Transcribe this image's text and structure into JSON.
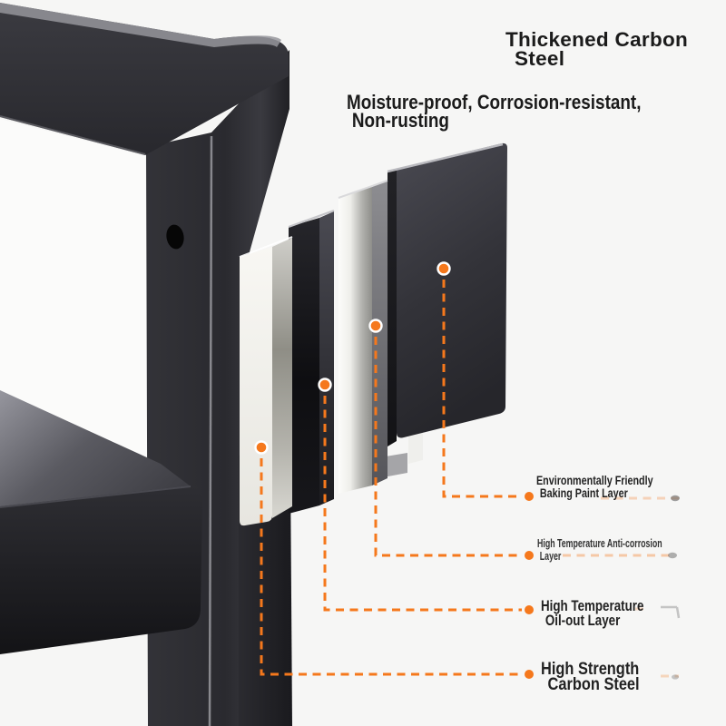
{
  "colors": {
    "accent_orange": "#f5781c",
    "text": "#1b1b1b",
    "background": "#f6f6f5",
    "steel_dark": "#2d2d32",
    "paint_white": "#f3f2ee"
  },
  "headlines": {
    "main": {
      "line1": "Thickened Carbon",
      "line2": "Steel"
    },
    "sub": {
      "line1": "Moisture-proof, Corrosion-resistant,",
      "line2": "Non-rusting"
    }
  },
  "callouts": [
    {
      "id": "baking-paint-layer",
      "line1": "Environmentally Friendly",
      "line2": "Baking Paint Layer"
    },
    {
      "id": "anti-corrosion-layer",
      "line1": "High Temperature Anti-corrosion",
      "line2": "Layer"
    },
    {
      "id": "oil-out-layer",
      "line1": "High Temperature",
      "line2": "Oil-out Layer"
    },
    {
      "id": "carbon-steel-core",
      "line1": "High Strength",
      "line2": "Carbon Steel"
    }
  ],
  "illustration_parts": [
    "rack-frame-corner",
    "rack-shelf",
    "screw-hole",
    "paint-layer-plate",
    "anti-corrosion-plate",
    "oil-out-plate",
    "carbon-steel-plate"
  ]
}
